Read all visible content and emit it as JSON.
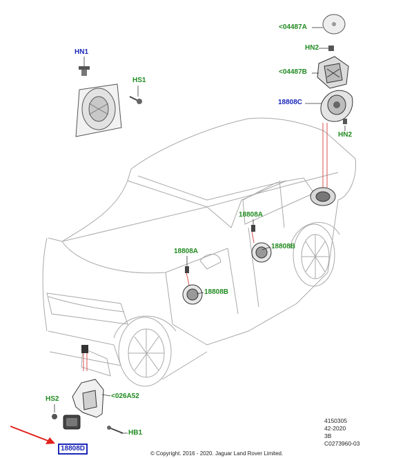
{
  "callouts": {
    "hn1": "HN1",
    "hs1": "HS1",
    "a04487": "<04487A",
    "hn2_top": "HN2",
    "b04487": "<04487B",
    "c18808": "18808C",
    "hn2_right": "HN2",
    "a18808_upper": "18808A",
    "b18808_upper": "18808B",
    "a18808_lower": "18808A",
    "b18808_lower": "18808B",
    "a026_52": "<026A52",
    "hs2": "HS2",
    "hb1": "HB1",
    "d18808": "18808D"
  },
  "reference": {
    "line1": "4150305",
    "line2": "42-2020",
    "line3": "3B",
    "line4": "C0273960-03"
  },
  "copyright": "© Copyright. 2016 - 2020. Jaguar Land Rover Limited.",
  "colors": {
    "label_green": "#1f8a1f",
    "label_blue": "#1a27b8",
    "leader_red": "#d9534f",
    "arrow_red": "#e0201b",
    "outline": "#9a9a9a",
    "part": "#444444"
  }
}
